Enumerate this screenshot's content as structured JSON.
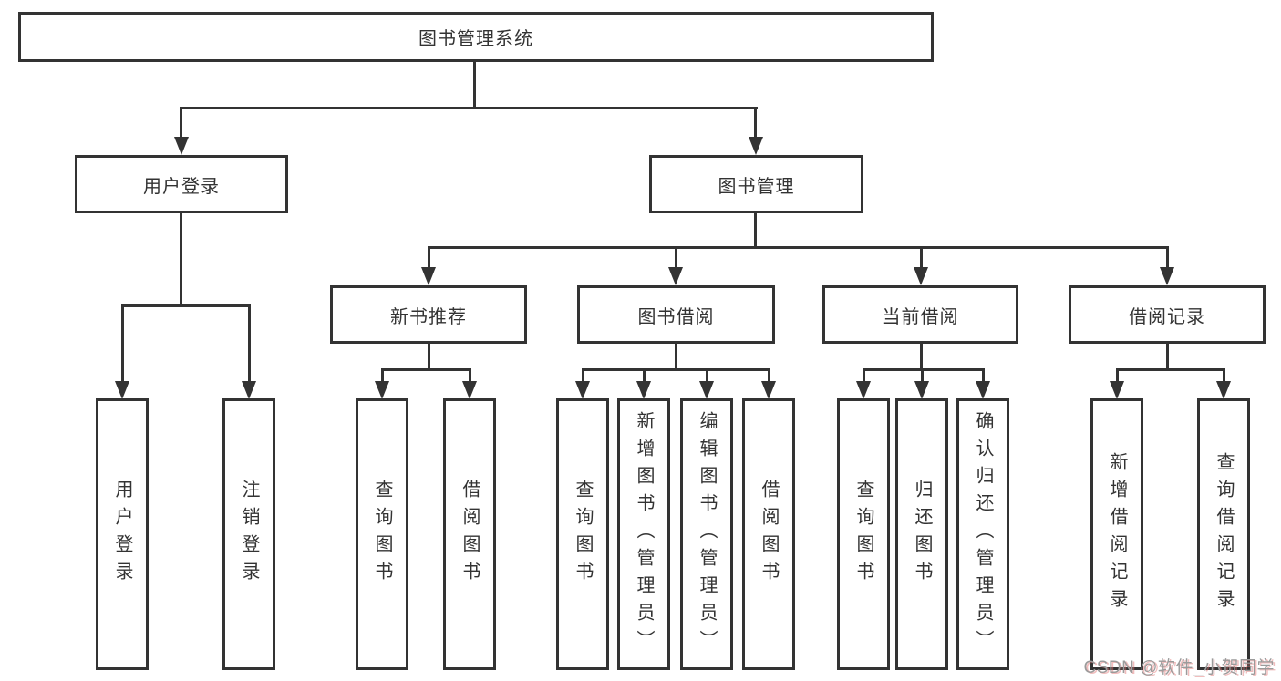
{
  "diagram": {
    "type": "hierarchy-tree",
    "root": {
      "label": "图书管理系统",
      "children": [
        {
          "label": "用户登录",
          "children": [
            {
              "label": "用户登录"
            },
            {
              "label": "注销登录"
            }
          ]
        },
        {
          "label": "图书管理",
          "children": [
            {
              "label": "新书推荐",
              "children": [
                {
                  "label": "查询图书"
                },
                {
                  "label": "借阅图书"
                }
              ]
            },
            {
              "label": "图书借阅",
              "children": [
                {
                  "label": "查询图书"
                },
                {
                  "label": "新增图书（管理员）"
                },
                {
                  "label": "编辑图书（管理员）"
                },
                {
                  "label": "借阅图书"
                }
              ]
            },
            {
              "label": "当前借阅",
              "children": [
                {
                  "label": "查询图书"
                },
                {
                  "label": "归还图书"
                },
                {
                  "label": "确认归还（管理员）"
                }
              ]
            },
            {
              "label": "借阅记录",
              "children": [
                {
                  "label": "新增借阅记录"
                },
                {
                  "label": "查询借阅记录"
                }
              ]
            }
          ]
        }
      ]
    }
  },
  "watermark": {
    "text": "CSDN @软件_小贺同学"
  },
  "colors": {
    "line": "#333333",
    "border": "#333333",
    "text": "#333333",
    "background": "#ffffff",
    "watermark_gray": "#9b9b9b",
    "watermark_shadow": "#e06c6c"
  }
}
